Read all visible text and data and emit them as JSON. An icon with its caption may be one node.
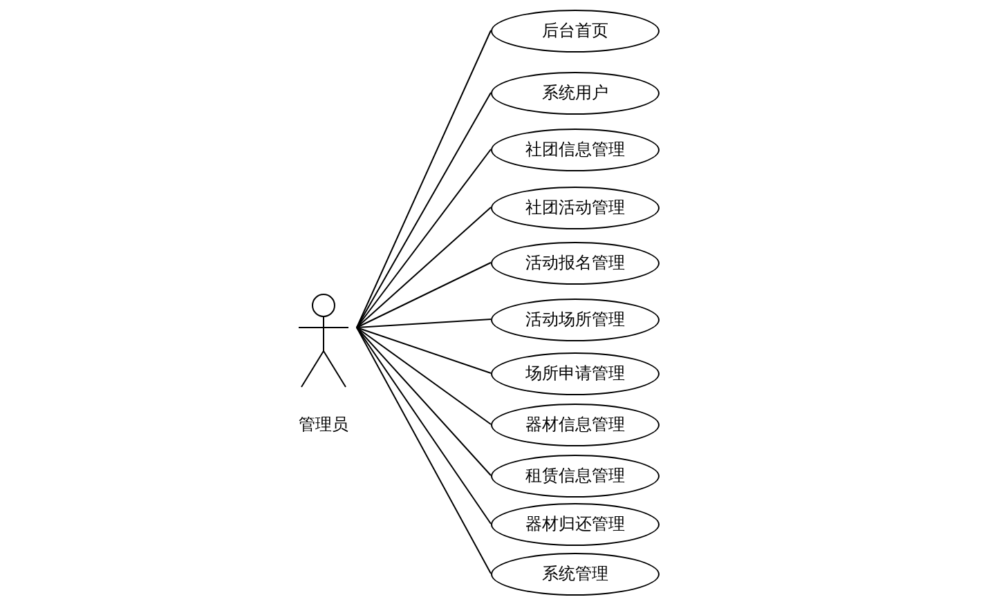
{
  "diagram": {
    "nodes": [
      {
        "text": [
          "管理员"
        ]
      },
      {
        "text": [
          "后台首页"
        ]
      },
      {
        "text": [
          "系统用户"
        ]
      },
      {
        "text": [
          "社团信息管理"
        ]
      },
      {
        "text": [
          "社团活动管理"
        ]
      },
      {
        "text": [
          "活动报名管理"
        ]
      },
      {
        "text": [
          "活动场所管理"
        ]
      },
      {
        "text": [
          "场所申请管理"
        ]
      },
      {
        "text": [
          "器材信息管理"
        ]
      },
      {
        "text": [
          "租赁信息管理"
        ]
      },
      {
        "text": [
          "器材归还管理"
        ]
      },
      {
        "text": [
          "系统管理"
        ]
      }
    ],
    "edges": [
      {
        "from": 0,
        "to": 1,
        "arrow": "none"
      },
      {
        "from": 0,
        "to": 2,
        "arrow": "none"
      },
      {
        "from": 0,
        "to": 3,
        "arrow": "none"
      },
      {
        "from": 0,
        "to": 4,
        "arrow": "none"
      },
      {
        "from": 0,
        "to": 5,
        "arrow": "none"
      },
      {
        "from": 0,
        "to": 6,
        "arrow": "none"
      },
      {
        "from": 0,
        "to": 7,
        "arrow": "none"
      },
      {
        "from": 0,
        "to": 8,
        "arrow": "none"
      },
      {
        "from": 0,
        "to": 9,
        "arrow": "none"
      },
      {
        "from": 0,
        "to": 10,
        "arrow": "none"
      },
      {
        "from": 0,
        "to": 11,
        "arrow": "none"
      }
    ]
  }
}
